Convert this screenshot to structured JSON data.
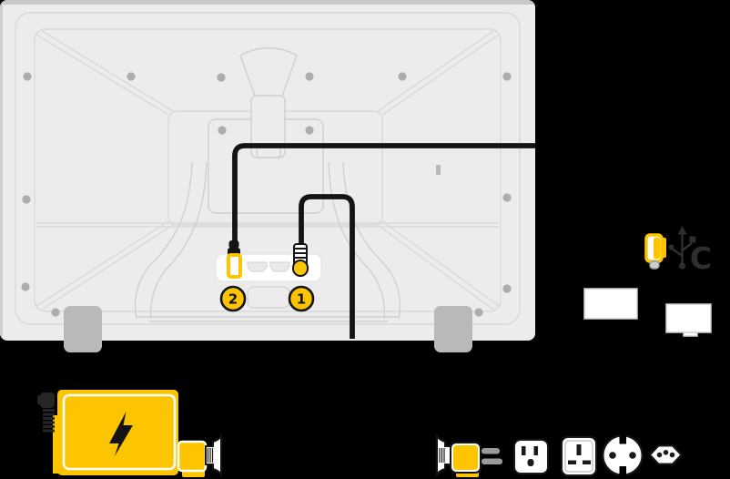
{
  "diagram": {
    "title": "tv-back-connection-diagram",
    "badges": [
      {
        "label": "2",
        "connector": "hdmi-cable"
      },
      {
        "label": "1",
        "connector": "antenna-cable"
      }
    ],
    "usb": {
      "letter": "C"
    },
    "colors": {
      "accent_yellow": "#fdc500",
      "background": "#000000",
      "tv_body": "#ececec",
      "tv_outline": "#d9d9d9",
      "cable_black": "#141414",
      "icon_dark": "#2e2e2e",
      "prong_gray": "#9a9a9a",
      "foot_gray": "#b9b9b9"
    },
    "icons": [
      "hdmi-cable-connector-icon",
      "antenna-cable-connector-icon",
      "hdmi-port-icon",
      "usb-c-connector-icon",
      "usb-c-symbol-icon",
      "power-adapter-icon",
      "lightning-bolt-icon",
      "power-cord-connector-icon",
      "power-plug-icon",
      "outlet-us-icon",
      "outlet-uk-icon",
      "outlet-schuko-icon",
      "outlet-swiss-icon",
      "device-box-icon",
      "device-box-with-tab-icon"
    ]
  }
}
